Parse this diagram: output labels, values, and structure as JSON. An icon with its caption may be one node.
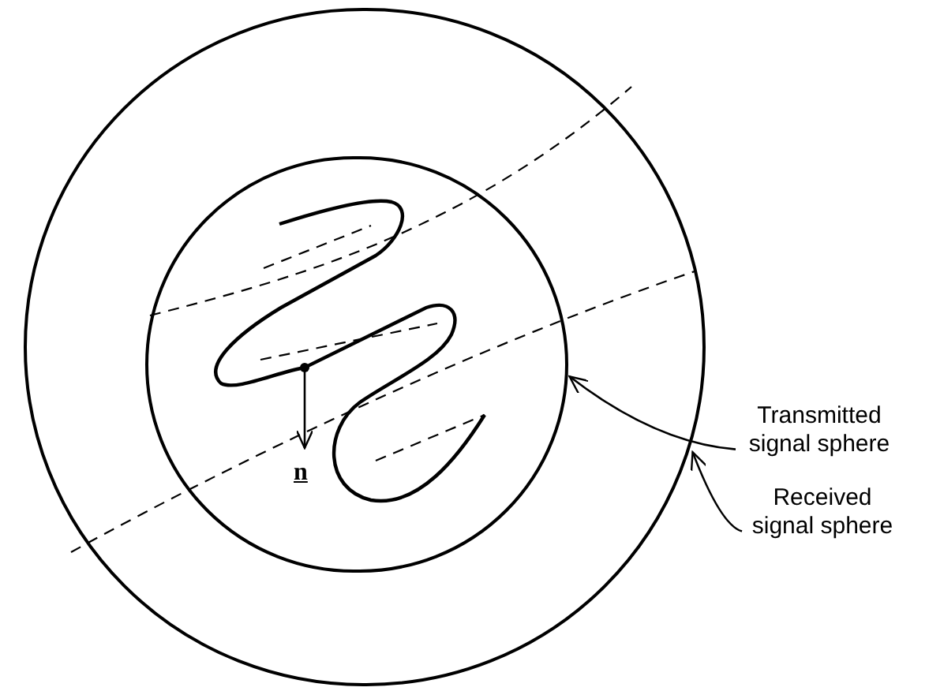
{
  "diagram": {
    "nodes": [
      {
        "text": [],
        "shape": "circle"
      },
      {
        "text": [],
        "shape": "circle",
        "in": 0
      },
      {
        "text": [
          "Transmitted signal sphere"
        ]
      },
      {
        "text": [
          "Received signal sphere"
        ]
      }
    ],
    "edges": [
      {
        "from": 2,
        "to": 1,
        "arrow": "to"
      },
      {
        "from": 3,
        "to": 0,
        "arrow": "to"
      }
    ],
    "labels": [
      "n"
    ]
  }
}
